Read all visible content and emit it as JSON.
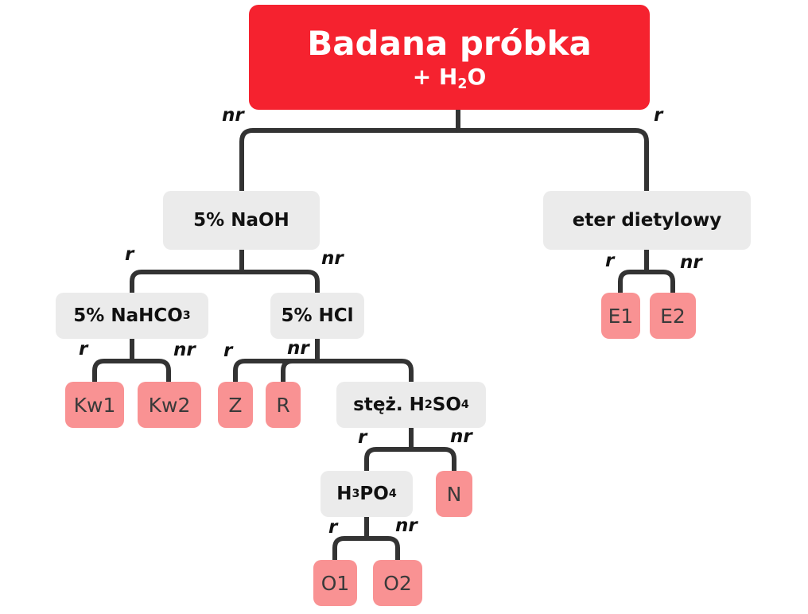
{
  "root": {
    "title": "Badana próbka",
    "reagent_prefix": "+ H",
    "reagent_sub": "2",
    "reagent_suffix": "O"
  },
  "labels": {
    "r": "r",
    "nr": "nr"
  },
  "nodes": {
    "naoh": "5% NaOH",
    "eter": "eter dietylowy",
    "nahco3": {
      "text": "5% NaHCO",
      "sub": "3"
    },
    "hcl": "5% HCl",
    "h2so4": {
      "prefix": "stęż. H",
      "sub1": "2",
      "mid": "SO",
      "sub2": "4"
    },
    "h3po4": {
      "prefix": "H",
      "sub1": "3",
      "mid": "PO",
      "sub2": "4"
    }
  },
  "leaves": {
    "kw1": "Kw1",
    "kw2": "Kw2",
    "z": "Z",
    "r": "R",
    "n": "N",
    "o1": "O1",
    "o2": "O2",
    "e1": "E1",
    "e2": "E2"
  },
  "colors": {
    "root_fill": "#f5222f",
    "test_fill": "#ebebeb",
    "result_fill": "#f99293",
    "connector": "#333333"
  }
}
